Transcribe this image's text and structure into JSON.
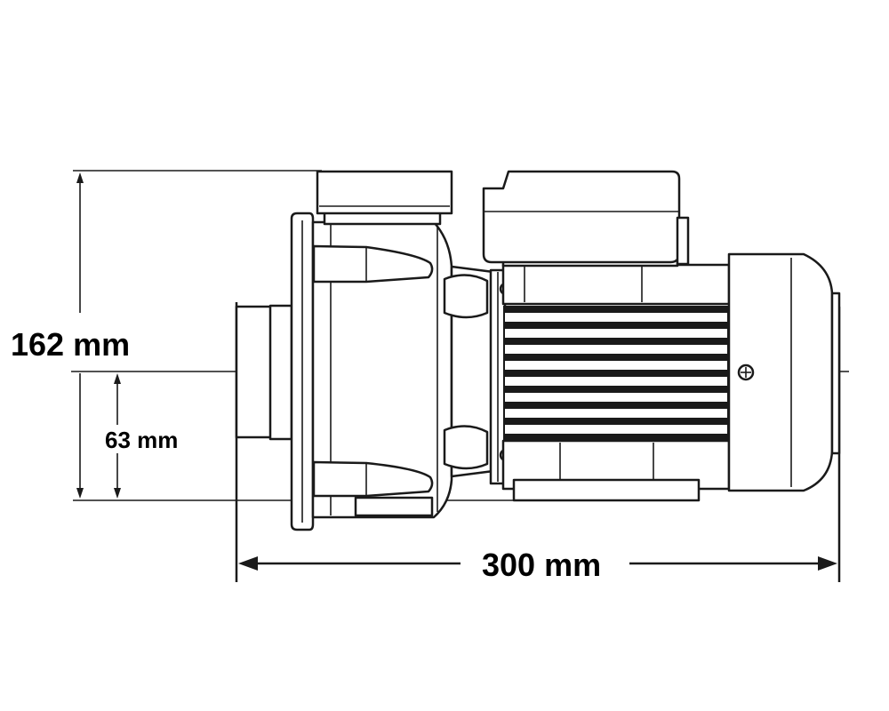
{
  "dimensions": {
    "overall_height": "162 mm",
    "axis_height": "63 mm",
    "overall_length": "300 mm"
  }
}
